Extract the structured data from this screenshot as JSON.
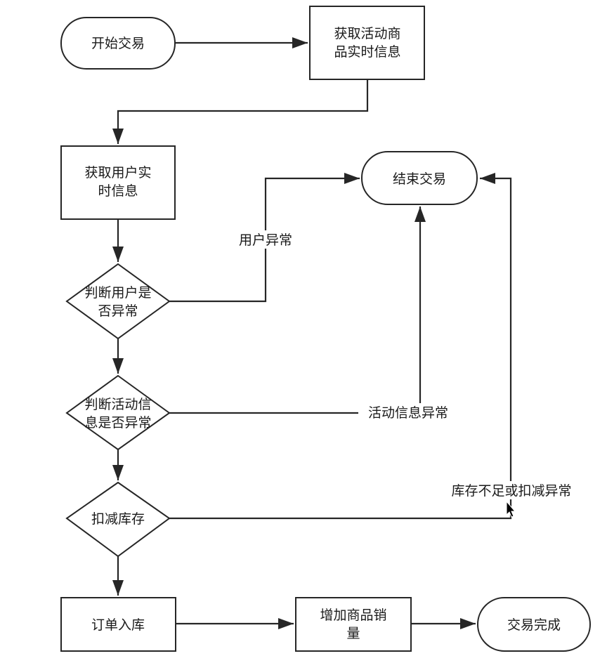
{
  "nodes": {
    "start": {
      "lines": [
        "开始交易"
      ]
    },
    "get_activity": {
      "lines": [
        "获取活动商",
        "品实时信息"
      ]
    },
    "get_user": {
      "lines": [
        "获取用户实",
        "时信息"
      ]
    },
    "end": {
      "lines": [
        "结束交易"
      ]
    },
    "check_user": {
      "lines": [
        "判断用户是",
        "否异常"
      ]
    },
    "check_activity": {
      "lines": [
        "判断活动信",
        "息是否异常"
      ]
    },
    "deduct_stock": {
      "lines": [
        "扣减库存"
      ]
    },
    "order_store": {
      "lines": [
        "订单入库"
      ]
    },
    "add_sales": {
      "lines": [
        "增加商品销",
        "量"
      ]
    },
    "done": {
      "lines": [
        "交易完成"
      ]
    }
  },
  "edge_labels": {
    "user_abnormal": "用户异常",
    "activity_abnormal": "活动信息异常",
    "stock_abnormal": "库存不足或扣减异常"
  }
}
